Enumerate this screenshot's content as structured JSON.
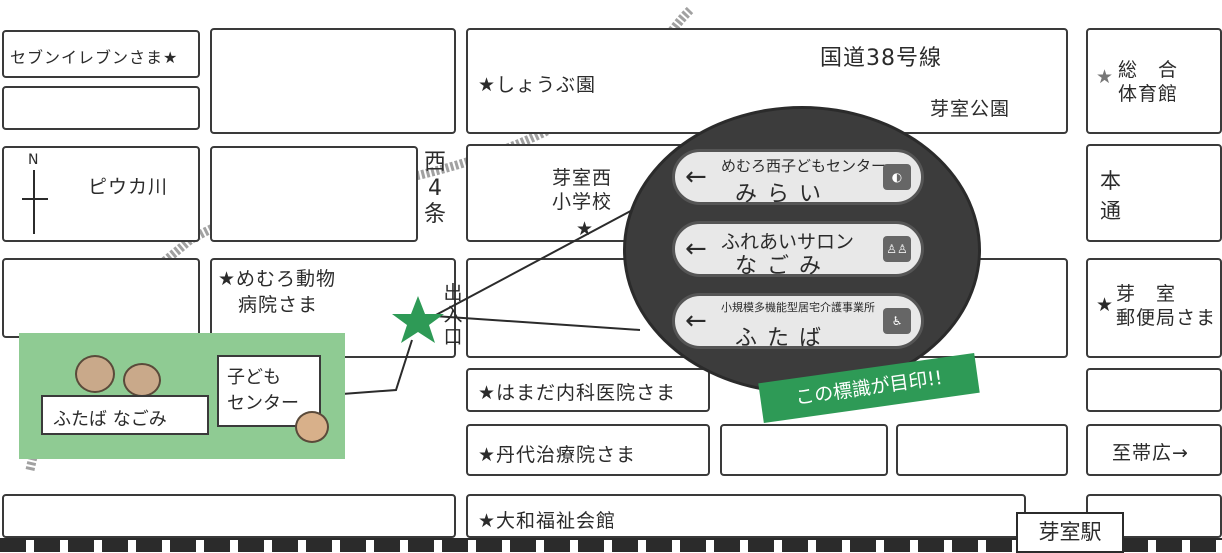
{
  "map": {
    "route38": "国道38号線",
    "shoubuen": "★しょうぶ園",
    "memuro_park": "芽室公園",
    "gym_star": "★",
    "gym": "総　合\n体育館",
    "seven": "セブンイレブンさま★",
    "north": "N",
    "pioka": "ピウカ川",
    "nishi4": "西\n4\n条",
    "school": "芽室西\n小学校",
    "school_star": "★",
    "hondori": "本\n通",
    "vet": "★めむろ動物\n　病院さま",
    "entrance": "出\n入\n口",
    "post_star": "★",
    "post": "芽　室\n郵便局さま",
    "hamada": "★はまだ内科医院さま",
    "tanshiro": "★丹代治療院さま",
    "obihiro": "至帯広→",
    "yamato": "★大和福祉会館",
    "station": "芽室駅",
    "legend_left": "ふたば なごみ",
    "legend_right": "子ども\nセンター",
    "sign1_top": "めむろ西子どもセンター",
    "sign1_main": "みらい",
    "sign2_top": "ふれあいサロン",
    "sign2_main": "なごみ",
    "sign3_top": "小規模多機能型居宅介護事業所",
    "sign3_main": "ふたば",
    "banner": "この標識が目印!!"
  },
  "colors": {
    "green": "#2e9a56",
    "light_green": "#8fcb93",
    "line": "#3a3a3a"
  }
}
